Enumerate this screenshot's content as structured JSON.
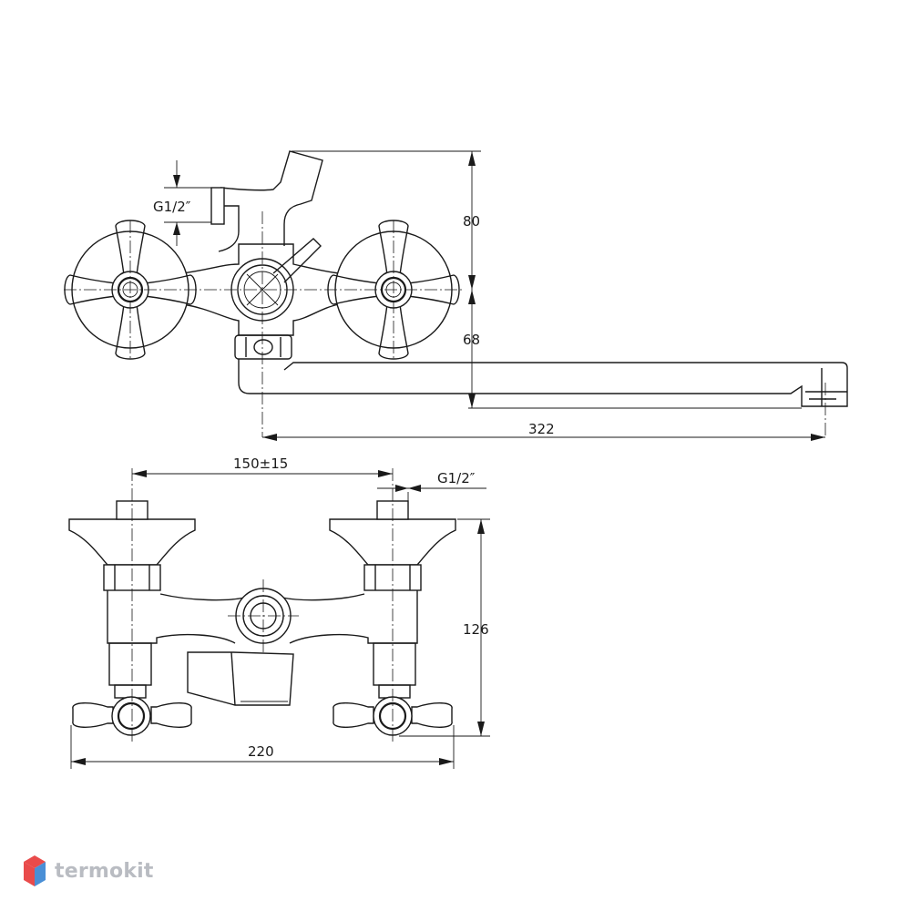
{
  "dimensions": {
    "top_view": {
      "thread_label": "G1/2″",
      "height_upper": "80",
      "height_lower": "68",
      "spout_length": "322"
    },
    "front_view": {
      "spacing": "150±15",
      "thread_label": "G1/2″",
      "height": "126",
      "width": "220"
    }
  },
  "watermark": {
    "brand": "termokit",
    "colors": {
      "red": "#e94b4b",
      "blue": "#4a8fd6",
      "text": "#b9bcc2"
    }
  }
}
